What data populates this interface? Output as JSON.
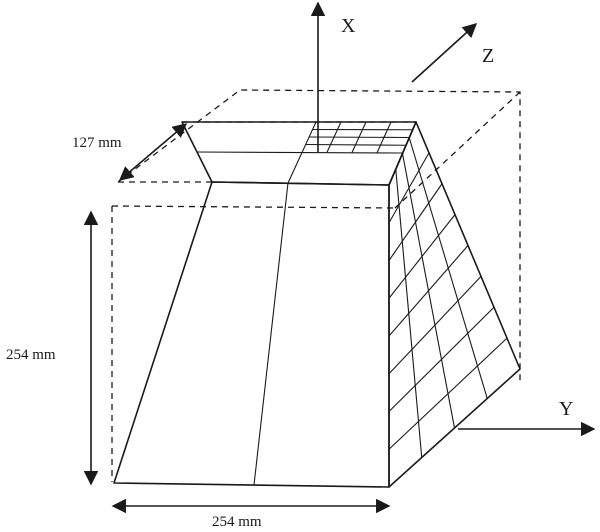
{
  "axes": {
    "x_label": "X",
    "y_label": "Y",
    "z_label": "Z"
  },
  "dimensions": {
    "top_depth": "127 mm",
    "height": "254 mm",
    "base_width": "254 mm"
  }
}
